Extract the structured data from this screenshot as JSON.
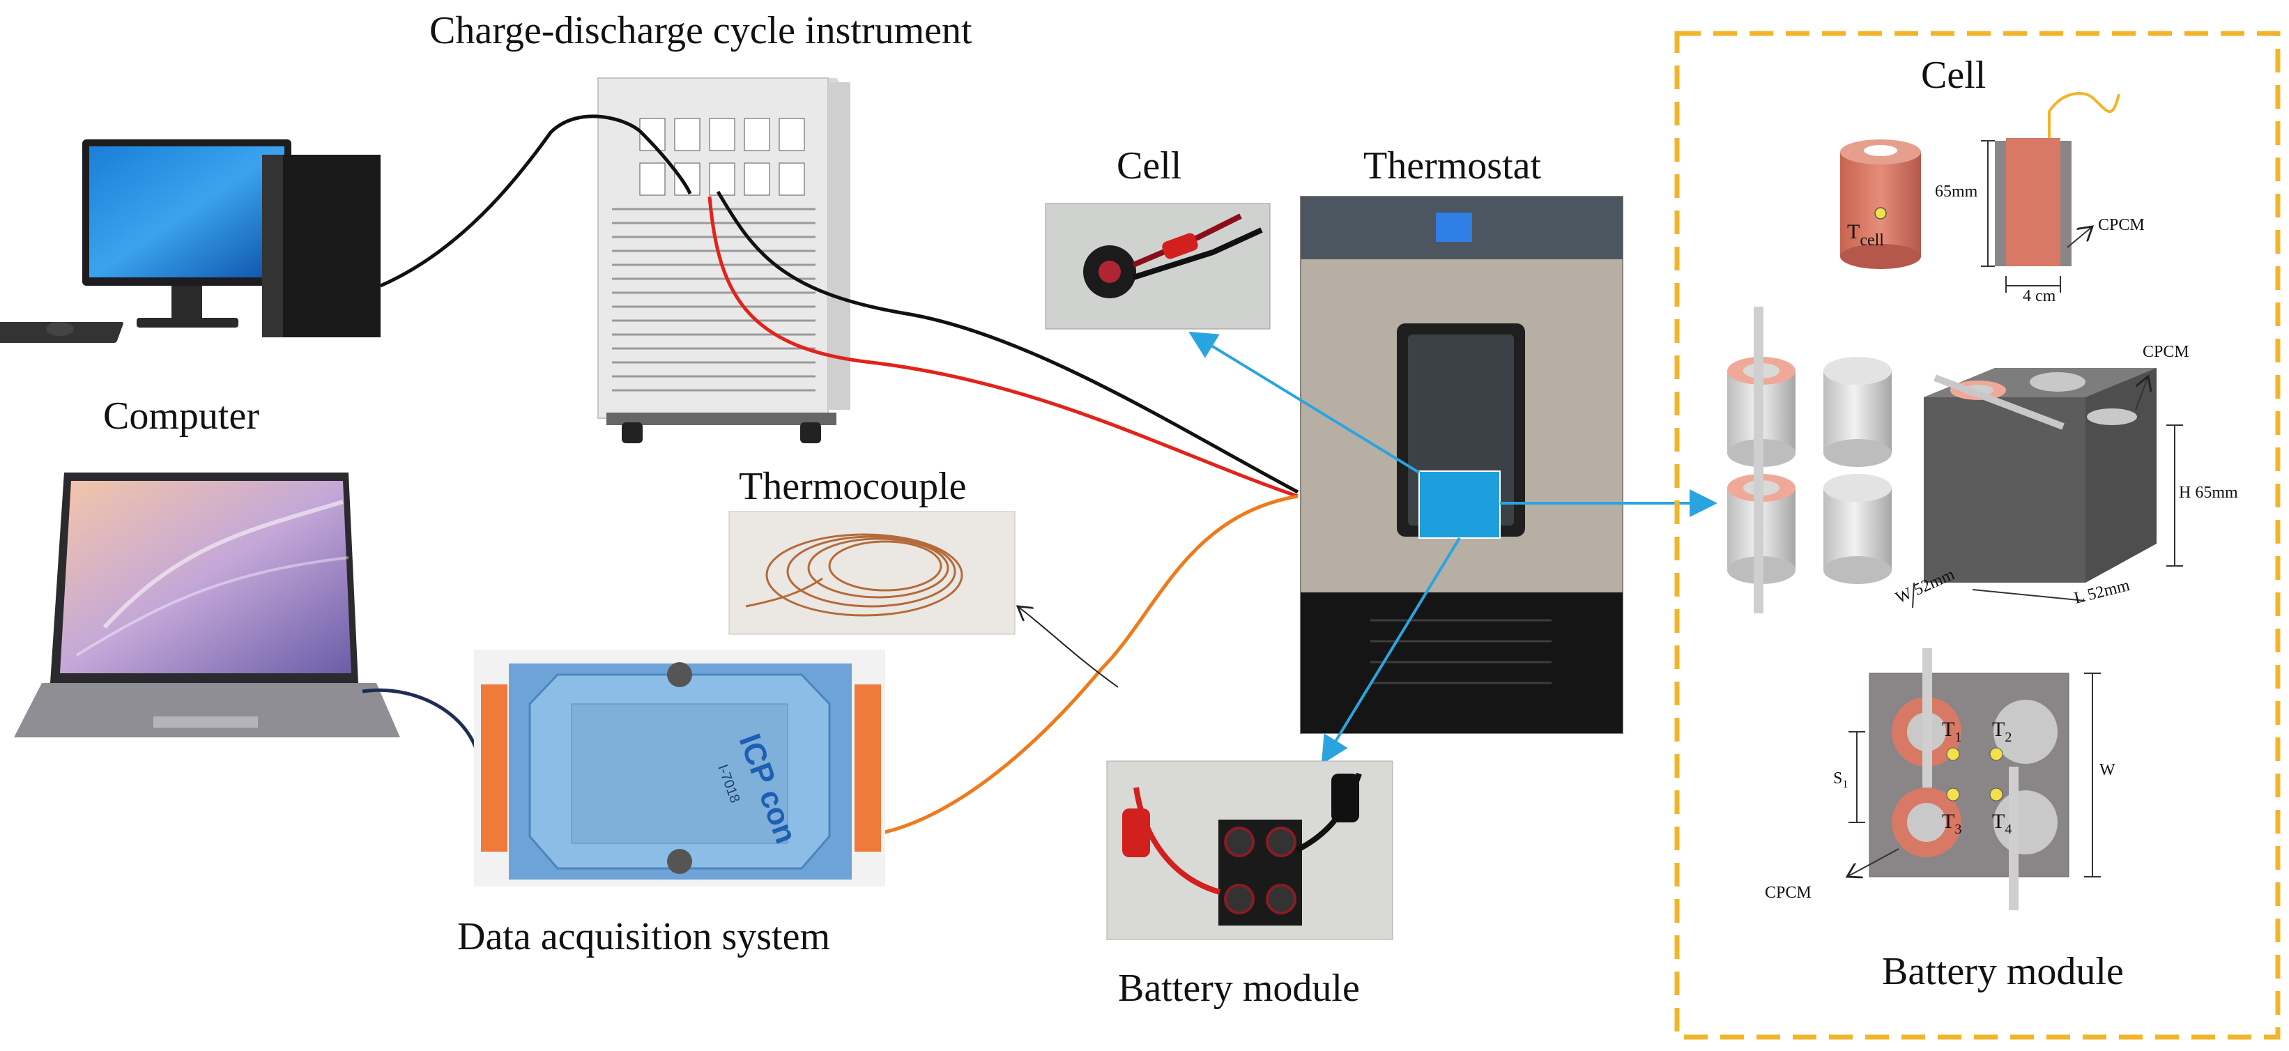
{
  "labels": {
    "cycler": "Charge-discharge cycle instrument",
    "computer": "Computer",
    "cell_photo": "Cell",
    "thermostat": "Thermostat",
    "thermocouple": "Thermocouple",
    "daq": "Data acquisition system",
    "battery_module_photo": "Battery module"
  },
  "inset": {
    "title": "Cell",
    "bottom_title": "Battery module",
    "cell_temp_label": "T",
    "cell_temp_sub": "cell",
    "height_dim": "65mm",
    "width_dim": "4 cm",
    "cpcm": "CPCM",
    "module_cpcm": "CPCM",
    "h_dim": "H 65mm",
    "w_dim": "W 52mm",
    "l_dim": "L 52mm",
    "t1": "T",
    "t1_sub": "1",
    "t2": "T",
    "t2_sub": "2",
    "t3": "T",
    "t3_sub": "3",
    "t4": "T",
    "t4_sub": "4",
    "s1": "S",
    "s1_sub": "1",
    "w_side": "W",
    "top_cpcm": "CPCM"
  },
  "device_text": {
    "daq_brand": "ICP con",
    "daq_model": "I-7018"
  },
  "colors": {
    "inset_border": "#f2b52a",
    "arrow_blue": "#2aa4e0",
    "thermostat_window": "#1e9fdd",
    "cable_red": "#e2231a",
    "cable_orange": "#f07a1a",
    "cell_body": "#d87966",
    "cpcm_gray": "#8a8587",
    "temp_dot": "#f3e04a"
  }
}
